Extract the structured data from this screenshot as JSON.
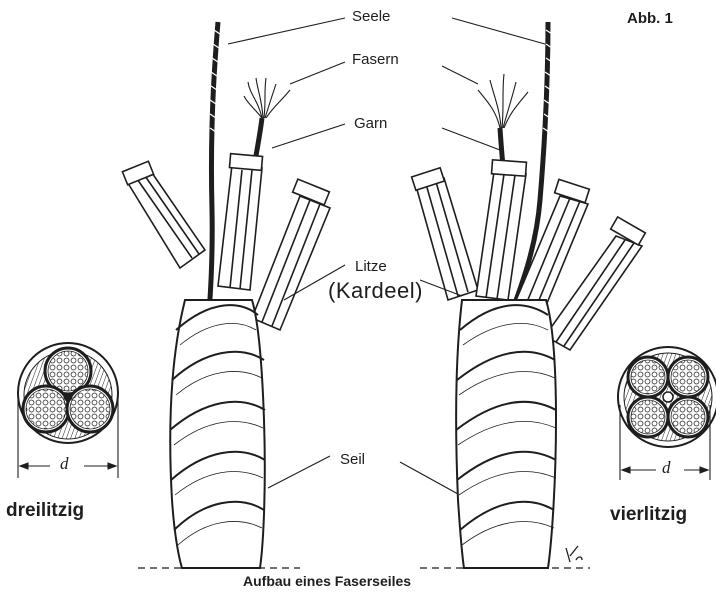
{
  "figure": {
    "figure_number": "Abb. 1",
    "caption": "Aufbau eines Faserseiles",
    "signature": "Kl."
  },
  "labels": {
    "seele": "Seele",
    "fasern": "Fasern",
    "garn": "Garn",
    "litze": "Litze",
    "kardeel": "(Kardeel)",
    "seil": "Seil"
  },
  "cross_sections": {
    "left": {
      "title": "dreilitzig",
      "dimension": "d",
      "strands": 3
    },
    "right": {
      "title": "vierlitzig",
      "dimension": "d",
      "strands": 4
    }
  },
  "colors": {
    "ink": "#1e1e1e",
    "paper": "#ffffff"
  }
}
